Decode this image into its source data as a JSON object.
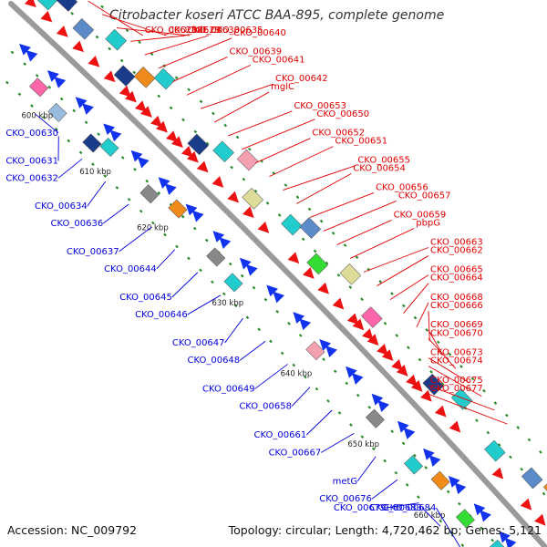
{
  "title": "Citrobacter koseri ATCC BAA-895, complete genome",
  "footer": {
    "accession": "Accession: NC_009792",
    "topology": "Topology: circular; Length: 4,720,462 bp; Genes: 5,121"
  },
  "colors": {
    "forward_label": "#e00000",
    "reverse_label": "#0000dd",
    "backbone": "#9a9a9a"
  },
  "kbp_ticks": [
    "600 kbp",
    "610 kbp",
    "620 kbp",
    "630 kbp",
    "640 kbp",
    "650 kbp",
    "660 kbp"
  ],
  "forward_labels": [
    "CKO_00628",
    "CKO_00629",
    "folE",
    "CKO_00633",
    "CKO_00635",
    "CKO_00640",
    "CKO_00639",
    "CKO_00641",
    "CKO_00642",
    "mglC",
    "CKO_00653",
    "CKO_00650",
    "CKO_00652",
    "CKO_00651",
    "CKO_00655",
    "CKO_00654",
    "CKO_00656",
    "CKO_00657",
    "CKO_00659",
    "pbpG",
    "CKO_00663",
    "CKO_00662",
    "CKO_00665",
    "CKO_00664",
    "CKO_00668",
    "CKO_00666",
    "CKO_00669",
    "CKO_00670",
    "CKO_00673",
    "CKO_00674",
    "CKO_00675",
    "CKO_00677"
  ],
  "reverse_labels": [
    "CKO_00630",
    "CKO_00631",
    "CKO_00632",
    "CKO_00634",
    "CKO_00636",
    "CKO_00637",
    "CKO_00644",
    "CKO_00645",
    "CKO_00646",
    "CKO_00647",
    "CKO_00648",
    "CKO_00649",
    "CKO_00658",
    "CKO_00661",
    "CKO_00667",
    "metG",
    "CKO_00676",
    "CKO_00679",
    "CKO_00683",
    "CKO_00684"
  ]
}
